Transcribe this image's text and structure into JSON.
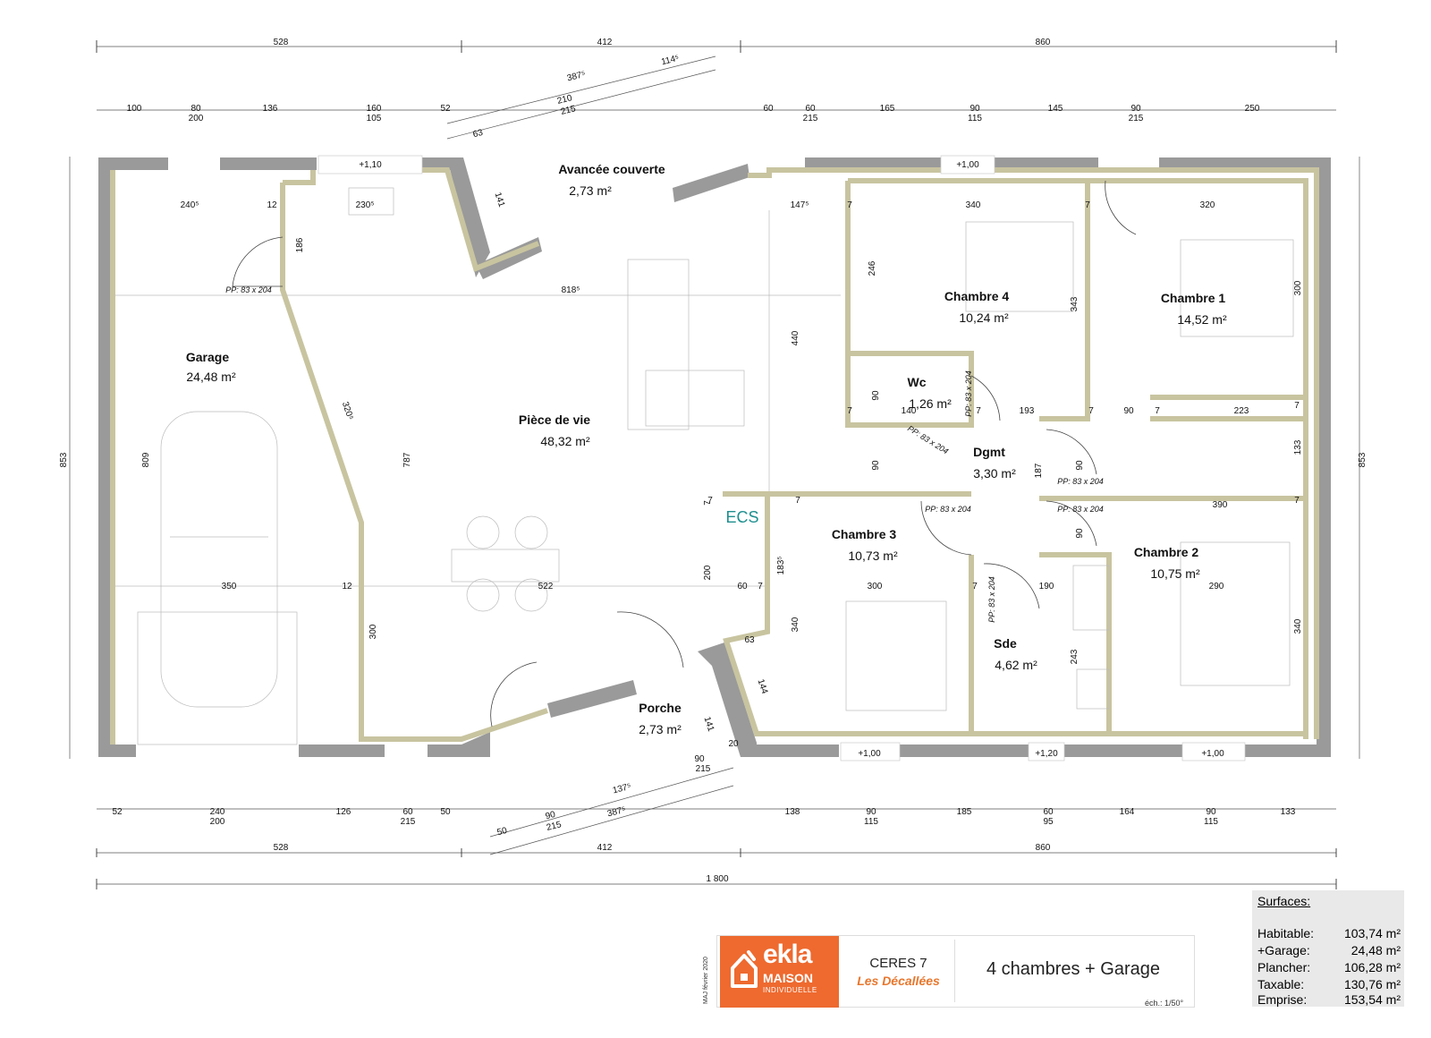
{
  "rooms": {
    "garage": {
      "name": "Garage",
      "area": "24,48 m²"
    },
    "avancee": {
      "name": "Avancée couverte",
      "area": "2,73 m²"
    },
    "piece_de_vie": {
      "name": "Pièce de vie",
      "area": "48,32 m²"
    },
    "chambre4": {
      "name": "Chambre 4",
      "area": "10,24 m²"
    },
    "chambre1": {
      "name": "Chambre 1",
      "area": "14,52 m²"
    },
    "wc": {
      "name": "Wc",
      "area": "1,26 m²"
    },
    "dgmt": {
      "name": "Dgmt",
      "area": "3,30 m²"
    },
    "chambre3": {
      "name": "Chambre 3",
      "area": "10,73 m²"
    },
    "chambre2": {
      "name": "Chambre 2",
      "area": "10,75 m²"
    },
    "sde": {
      "name": "Sde",
      "area": "4,62 m²"
    },
    "porche": {
      "name": "Porche",
      "area": "2,73 m²"
    },
    "ecs": "ECS"
  },
  "dims": {
    "top_total": [
      "528",
      "412",
      "860"
    ],
    "top_angled": [
      "387⁵",
      "114⁵",
      "210",
      "215",
      "63"
    ],
    "top_row": [
      "100",
      "80",
      "200",
      "136",
      "160",
      "105",
      "52",
      "60",
      "60",
      "215",
      "165",
      "90",
      "115",
      "145",
      "90",
      "215",
      "250"
    ],
    "bottom_row": [
      "52",
      "240",
      "200",
      "126",
      "60",
      "215",
      "50",
      "138",
      "90",
      "115",
      "185",
      "60",
      "95",
      "164",
      "90",
      "115",
      "133"
    ],
    "bottom_angled": [
      "90",
      "215",
      "137⁵",
      "387⁵",
      "50",
      "90",
      "215"
    ],
    "bottom_total": [
      "528",
      "412",
      "860"
    ],
    "overall": "1 800",
    "side_left": "853",
    "side_right": "853",
    "interior": {
      "garage_240": "240⁵",
      "g12a": "12",
      "g230": "230⁵",
      "g186": "186",
      "g809": "809",
      "g350": "350",
      "g12b": "12",
      "pdv_320": "320⁵",
      "pdv_787": "787",
      "pdv_818": "818⁵",
      "pdv_522": "522",
      "pdv_300": "300",
      "c4_147": "147⁵",
      "c4_7a": "7",
      "c4_340": "340",
      "c4_7b": "7",
      "c4_246": "246",
      "c4_343": "343",
      "c4_440": "440",
      "c1_320": "320",
      "c1_300": "300",
      "wc_90": "90",
      "wc_7a": "7",
      "wc_140": "140",
      "wc_7b": "7",
      "wc_193": "193",
      "wc_7c": "7",
      "wc_90b": "90",
      "wc_7d": "7",
      "c1_223": "223",
      "c1_7": "7",
      "c1_133": "133",
      "dg_90a": "90",
      "dg_187": "187",
      "dg_90b": "90",
      "dg_90c": "90",
      "c3_7a": "7",
      "c3_7b": "7",
      "c3_183": "183⁵",
      "c3_300": "300",
      "c3_7c": "7",
      "c3_340": "340",
      "c2_390": "390",
      "c2_7": "7",
      "c2_290": "290",
      "c2_340": "340",
      "sde_190": "190",
      "sde_243": "243",
      "ecs_7": "7",
      "ecs_200": "200",
      "ecs_60": "60",
      "ecs_7b": "7",
      "por_63": "63",
      "por_144": "144",
      "por_141": "141",
      "por_20": "20",
      "av_141": "141"
    },
    "heights": [
      "+1,10",
      "+1,00",
      "+1,00",
      "+1,20",
      "+1,00"
    ],
    "pp": [
      "PP: 83 x 204",
      "PP: 83 x 204",
      "PP: 83 x 204",
      "PP: 83 x 204",
      "PP: 83 x 204",
      "PP: 83 x 204",
      "PP: 83 x 204"
    ]
  },
  "title_block": {
    "brand": "ekla",
    "brand_sub1": "MAISON",
    "brand_sub2": "INDIVIDUELLE",
    "date": "MAJ février 2020",
    "model": "CERES 7",
    "collection": "Les Décallées",
    "description": "4 chambres + Garage",
    "scale": "éch.: 1/50°",
    "brand_color": "#ee6a2f"
  },
  "surfaces": {
    "title": "Surfaces:",
    "rows": [
      {
        "label": "Habitable:",
        "value": "103,74 m²"
      },
      {
        "label": "+Garage:",
        "value": "24,48 m²"
      },
      {
        "label": "Plancher:",
        "value": "106,28 m²"
      },
      {
        "label": "Taxable:",
        "value": "130,76 m²"
      },
      {
        "label": "Emprise:",
        "value": "153,54 m²"
      }
    ]
  }
}
